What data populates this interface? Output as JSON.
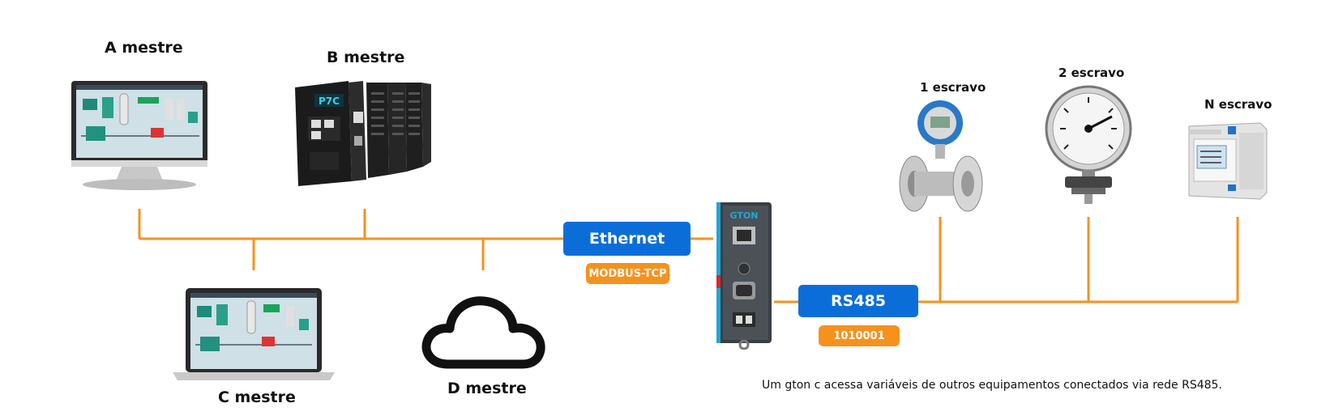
{
  "masters": {
    "a": "A mestre",
    "b": "B mestre",
    "c": "C mestre",
    "d": "D mestre"
  },
  "slaves": {
    "s1": "1 escravo",
    "s2": "2 escravo",
    "sn": "N escravo"
  },
  "device_text": {
    "plc_logo": "P7C",
    "gateway_logo": "GTON"
  },
  "ethernet": {
    "label": "Ethernet",
    "protocol": "MODBUS-TCP"
  },
  "rs485": {
    "label": "RS485",
    "address": "1010001"
  },
  "caption": "Um gton c acessa variáveis de outros equipamentos conectados via rede RS485.",
  "colors": {
    "wire": "#f5921e",
    "box_blue": "#0b6ed8",
    "tag_orange": "#f5921e"
  }
}
